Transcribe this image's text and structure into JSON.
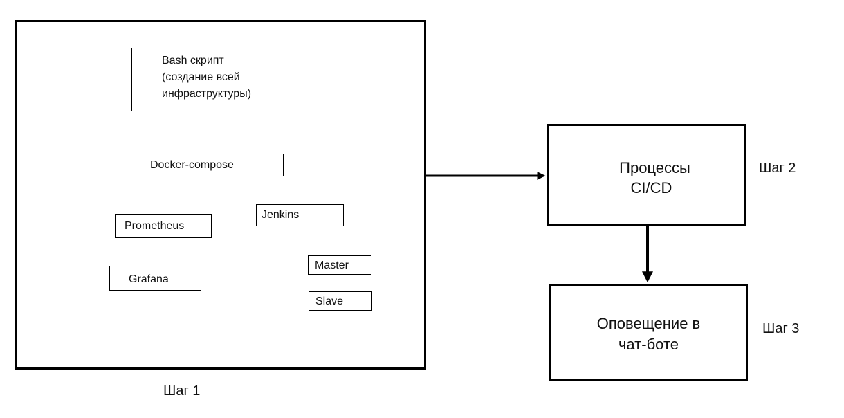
{
  "step1_container": {
    "bash": {
      "line1": "Bash скрипт",
      "line2": "(создание всей",
      "line3": "инфраструктуры)"
    },
    "docker_compose": "Docker-compose",
    "prometheus": "Prometheus",
    "grafana": "Grafana",
    "jenkins": "Jenkins",
    "master": "Master",
    "slave": "Slave",
    "step_label": "Шаг 1"
  },
  "processes": {
    "line1": "Процессы",
    "line2": "CI/CD",
    "step_label": "Шаг 2"
  },
  "notification": {
    "line1": "Оповещение в",
    "line2": "чат-боте",
    "step_label": "Шаг 3"
  },
  "colors": {
    "stroke": "#000000",
    "background": "#ffffff"
  }
}
